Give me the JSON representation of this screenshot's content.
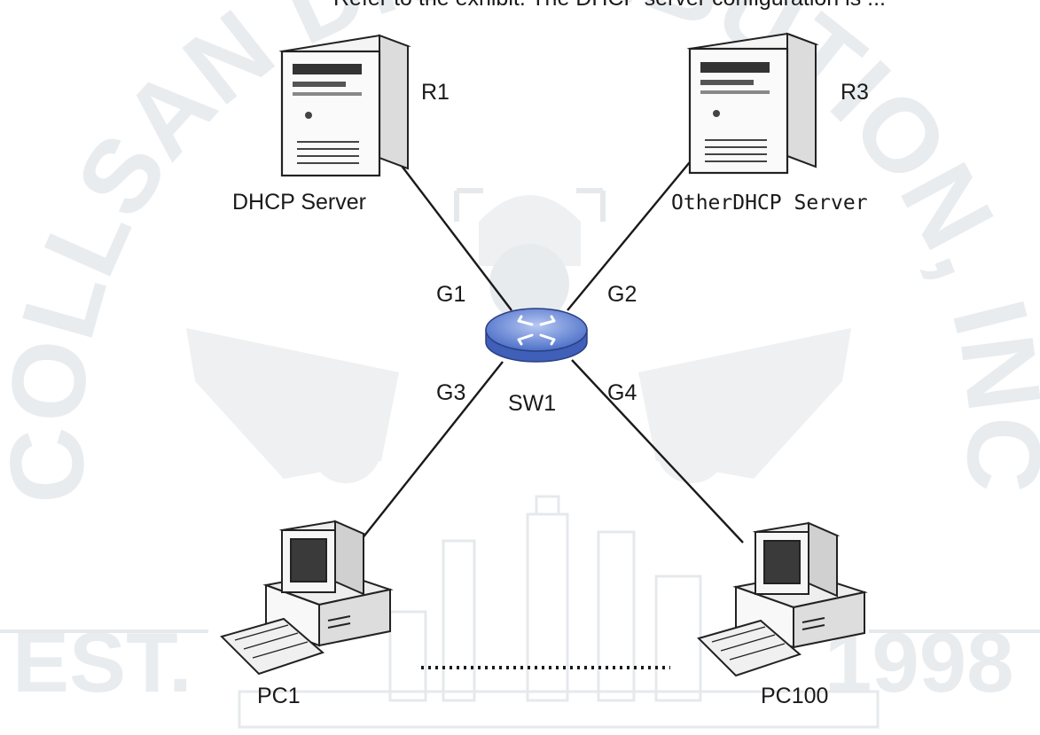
{
  "header_text": "Refer to the exhibit. The DHCP server configuration is ...",
  "nodes": {
    "r1_label": "R1",
    "r1_role": "DHCP Server",
    "r3_label": "R3",
    "r3_role": "OtherDHCP Server",
    "switch_label": "SW1",
    "pc1_label": "PC1",
    "pc100_label": "PC100"
  },
  "ports": {
    "g1": "G1",
    "g2": "G2",
    "g3": "G3",
    "g4": "G4"
  },
  "watermark": {
    "arc_text": "COLLSAN DISTRIBUTION, INC",
    "est": "EST.",
    "year": "1998"
  },
  "colors": {
    "switch_fill": "#5b7fd6",
    "switch_top": "#9fb6ee",
    "link": "#1a1a1a",
    "watermark": "#e9ecef"
  },
  "icons": [
    "server-icon",
    "switch-icon",
    "desktop-pc-icon",
    "dotted-continuation-line"
  ]
}
